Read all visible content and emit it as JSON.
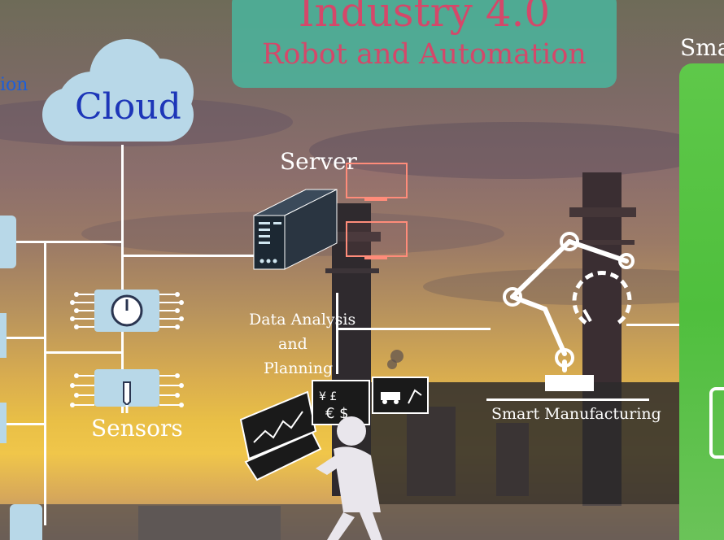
{
  "title": {
    "main": "Industry 4.0",
    "sub": "Robot and Automation"
  },
  "labels": {
    "cloud": "Cloud",
    "server": "Server",
    "sensors": "Sensors",
    "data_analysis_line1": "Data Analysis",
    "data_analysis_line2": "and",
    "data_analysis_line3": "Planning",
    "smart_manufacturing": "Smart Manufacturing",
    "left_edge_fragment": "ion",
    "right_edge_fragment": "Sma"
  },
  "colors": {
    "title_box": "#48b8a0",
    "title_text": "#d4486a",
    "cloud_fill": "#b8d8e8",
    "cloud_text": "#1d36b8",
    "accent_monitor": "#ff8c7a",
    "smart_panel": "#4fbf3d"
  },
  "icons": [
    "cloud-icon",
    "server-icon",
    "monitor-icon",
    "sensor-gauge-icon",
    "sensor-probe-icon",
    "robot-arm-icon",
    "gauge-icon",
    "person-at-workstation-icon",
    "chart-icon",
    "currency-icon",
    "car-icon",
    "factory-icon"
  ]
}
